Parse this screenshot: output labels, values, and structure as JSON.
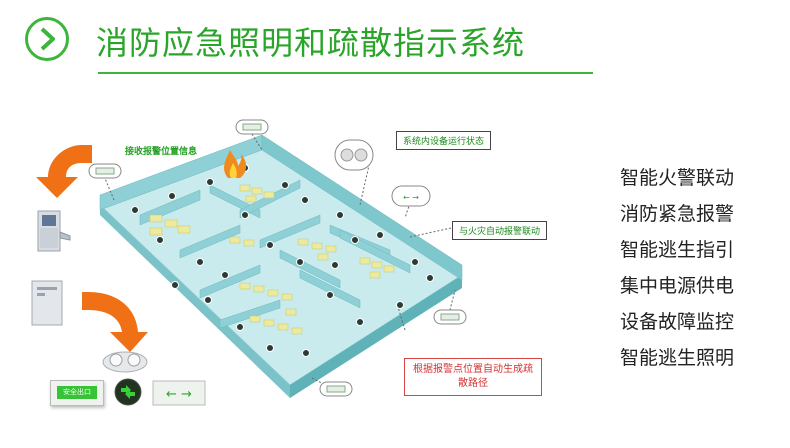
{
  "title": "消防应急照明和疏散指示系统",
  "features": [
    "智能火警联动",
    "消防紧急报警",
    "智能逃生指引",
    "集中电源供电",
    "设备故障监控",
    "智能逃生照明"
  ],
  "labels": {
    "receive_alarm": "接收报警位置信息",
    "system_status": "系统内设备运行状态",
    "fire_linkage": "与火灾自动报警联动",
    "route_line1": "根据报警点位置自动生成疏",
    "route_line2": "散路径",
    "exit_sign": "安全出口"
  },
  "colors": {
    "brand_green": "#2aa52a",
    "arrow_orange": "#f07016",
    "floor_teal": "#8ecfd3",
    "callout_red": "#d63030"
  }
}
